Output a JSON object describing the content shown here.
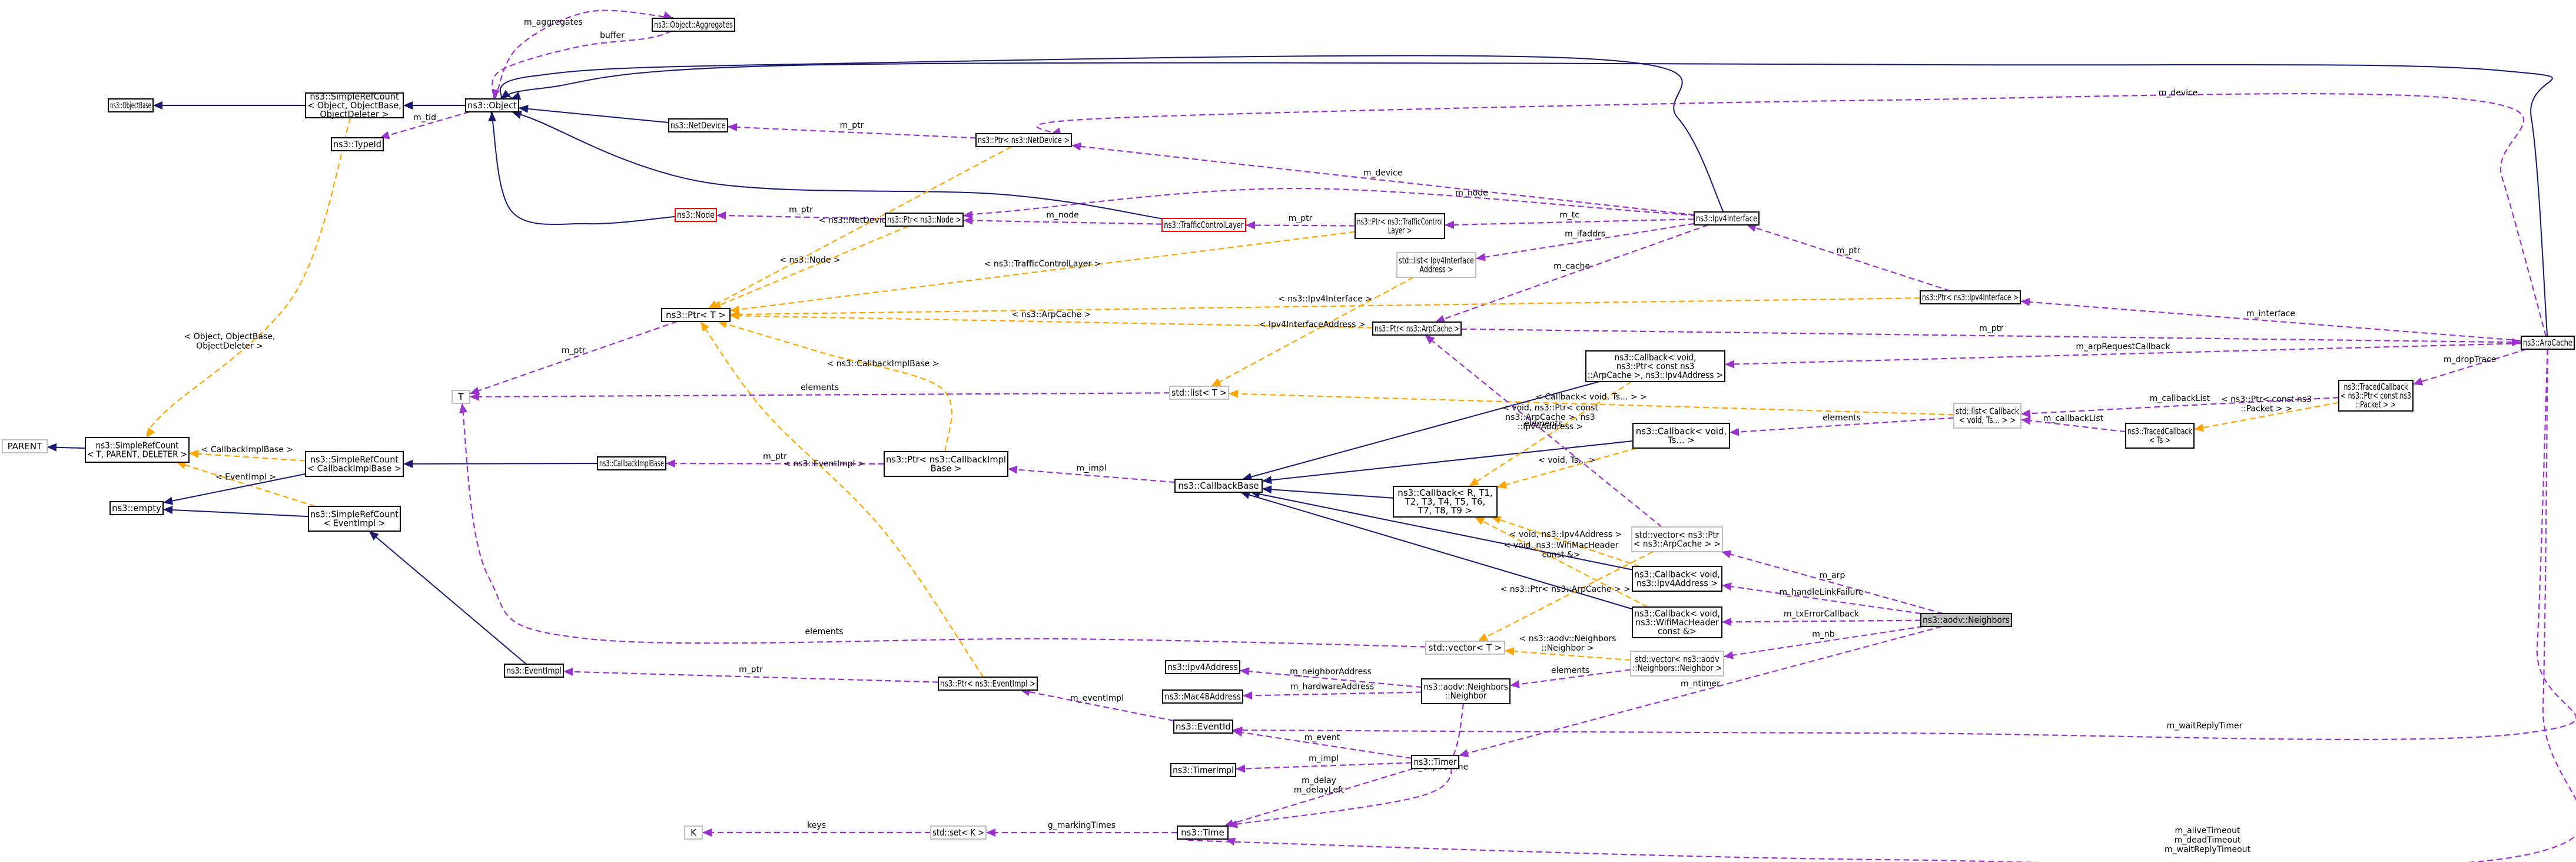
{
  "title": "ns3::aodv::Neighbors collaboration diagram",
  "colors": {
    "inheritance": "#191970",
    "member": "#9a32cd",
    "template": "#ffa500",
    "focus_fill": "#bfbfbf",
    "missing_border": "#bfbfbf",
    "truncated_border": "#ff0000"
  },
  "nodes": [
    {
      "id": "ObjectBase",
      "lines": [
        "ns3::ObjectBase"
      ],
      "style": "normal"
    },
    {
      "id": "SRC_Object",
      "lines": [
        "ns3::SimpleRefCount",
        "< Object, ObjectBase,",
        "ObjectDeleter >"
      ],
      "style": "normal"
    },
    {
      "id": "Object",
      "lines": [
        "ns3::Object"
      ],
      "style": "normal"
    },
    {
      "id": "Aggregates",
      "lines": [
        "ns3::Object::Aggregates"
      ],
      "style": "normal"
    },
    {
      "id": "TypeId",
      "lines": [
        "ns3::TypeId"
      ],
      "style": "normal"
    },
    {
      "id": "NetDevice",
      "lines": [
        "ns3::NetDevice"
      ],
      "style": "normal"
    },
    {
      "id": "Node",
      "lines": [
        "ns3::Node"
      ],
      "style": "red"
    },
    {
      "id": "PtrNetDevice",
      "lines": [
        "ns3::Ptr< ns3::NetDevice >"
      ],
      "style": "normal"
    },
    {
      "id": "PtrNode",
      "lines": [
        "ns3::Ptr< ns3::Node >"
      ],
      "style": "normal"
    },
    {
      "id": "TrafficControlLayer",
      "lines": [
        "ns3::TrafficControlLayer"
      ],
      "style": "red"
    },
    {
      "id": "PtrTCL",
      "lines": [
        "ns3::Ptr< ns3::TrafficControl",
        "Layer >"
      ],
      "style": "normal"
    },
    {
      "id": "Ipv4Interface",
      "lines": [
        "ns3::Ipv4Interface"
      ],
      "style": "normal"
    },
    {
      "id": "ListIfAddr",
      "lines": [
        "std::list< Ipv4Interface",
        "Address >"
      ],
      "style": "grey"
    },
    {
      "id": "PtrT",
      "lines": [
        "ns3::Ptr< T >"
      ],
      "style": "normal"
    },
    {
      "id": "PtrArpCache",
      "lines": [
        "ns3::Ptr< ns3::ArpCache >"
      ],
      "style": "normal"
    },
    {
      "id": "PtrIpv4Interface",
      "lines": [
        "ns3::Ptr< ns3::Ipv4Interface >"
      ],
      "style": "normal"
    },
    {
      "id": "ArpCache",
      "lines": [
        "ns3::ArpCache"
      ],
      "style": "normal"
    },
    {
      "id": "T",
      "lines": [
        "T"
      ],
      "style": "grey"
    },
    {
      "id": "ListT",
      "lines": [
        "std::list< T >"
      ],
      "style": "grey"
    },
    {
      "id": "CbArpReq",
      "lines": [
        "ns3::Callback< void,",
        "ns3::Ptr< const ns3",
        "::ArpCache >, ns3::Ipv4Address >"
      ],
      "style": "normal"
    },
    {
      "id": "TracedCbPacket",
      "lines": [
        "ns3::TracedCallback",
        "< ns3::Ptr< const ns3",
        "::Packet > >"
      ],
      "style": "normal"
    },
    {
      "id": "ListCallback",
      "lines": [
        "std::list< Callback",
        "< void, Ts... > >"
      ],
      "style": "grey"
    },
    {
      "id": "TracedCbTs",
      "lines": [
        "ns3::TracedCallback",
        "< Ts >"
      ],
      "style": "normal"
    },
    {
      "id": "CbVoidTs",
      "lines": [
        "ns3::Callback< void,",
        "Ts... >"
      ],
      "style": "normal"
    },
    {
      "id": "PARENT",
      "lines": [
        "PARENT"
      ],
      "style": "grey"
    },
    {
      "id": "SRC_T",
      "lines": [
        "ns3::SimpleRefCount",
        "< T, PARENT, DELETER >"
      ],
      "style": "normal"
    },
    {
      "id": "SRC_CIB",
      "lines": [
        "ns3::SimpleRefCount",
        "< CallbackImplBase >"
      ],
      "style": "normal"
    },
    {
      "id": "CallbackImplBase",
      "lines": [
        "ns3::CallbackImplBase"
      ],
      "style": "normal"
    },
    {
      "id": "PtrCIB",
      "lines": [
        "ns3::Ptr< ns3::CallbackImpl",
        "Base >"
      ],
      "style": "normal"
    },
    {
      "id": "CallbackBase",
      "lines": [
        "ns3::CallbackBase"
      ],
      "style": "normal"
    },
    {
      "id": "CbGeneric",
      "lines": [
        "ns3::Callback< R, T1,",
        "T2, T3, T4, T5, T6,",
        "T7, T8, T9 >"
      ],
      "style": "normal"
    },
    {
      "id": "Empty",
      "lines": [
        "ns3::empty"
      ],
      "style": "normal"
    },
    {
      "id": "SRC_EI",
      "lines": [
        "ns3::SimpleRefCount",
        "< EventImpl >"
      ],
      "style": "normal"
    },
    {
      "id": "VecPtrArp",
      "lines": [
        "std::vector< ns3::Ptr",
        "< ns3::ArpCache > >"
      ],
      "style": "grey"
    },
    {
      "id": "CbIpv4",
      "lines": [
        "ns3::Callback< void,",
        "ns3::Ipv4Address >"
      ],
      "style": "normal"
    },
    {
      "id": "CbWifi",
      "lines": [
        "ns3::Callback< void,",
        "ns3::WifiMacHeader",
        "const &>"
      ],
      "style": "normal"
    },
    {
      "id": "Neighbors",
      "lines": [
        "ns3::aodv::Neighbors"
      ],
      "style": "focus"
    },
    {
      "id": "VecT",
      "lines": [
        "std::vector< T >"
      ],
      "style": "grey"
    },
    {
      "id": "VecNeighbor",
      "lines": [
        "std::vector< ns3::aodv",
        "::Neighbors::Neighbor >"
      ],
      "style": "grey"
    },
    {
      "id": "EventImpl",
      "lines": [
        "ns3::EventImpl"
      ],
      "style": "normal"
    },
    {
      "id": "PtrEventImpl",
      "lines": [
        "ns3::Ptr< ns3::EventImpl >"
      ],
      "style": "normal"
    },
    {
      "id": "Ipv4Address",
      "lines": [
        "ns3::Ipv4Address"
      ],
      "style": "normal"
    },
    {
      "id": "Mac48Address",
      "lines": [
        "ns3::Mac48Address"
      ],
      "style": "normal"
    },
    {
      "id": "Neighbor",
      "lines": [
        "ns3::aodv::Neighbors",
        "::Neighbor"
      ],
      "style": "normal"
    },
    {
      "id": "EventId",
      "lines": [
        "ns3::EventId"
      ],
      "style": "normal"
    },
    {
      "id": "TimerImpl",
      "lines": [
        "ns3::TimerImpl"
      ],
      "style": "normal"
    },
    {
      "id": "Timer",
      "lines": [
        "ns3::Timer"
      ],
      "style": "normal"
    },
    {
      "id": "K",
      "lines": [
        "K"
      ],
      "style": "grey"
    },
    {
      "id": "SetK",
      "lines": [
        "std::set< K >"
      ],
      "style": "grey"
    },
    {
      "id": "Time",
      "lines": [
        "ns3::Time"
      ],
      "style": "normal"
    }
  ],
  "edges": [
    {
      "from": "SRC_Object",
      "to": "ObjectBase",
      "kind": "inherit",
      "label": []
    },
    {
      "from": "Object",
      "to": "SRC_Object",
      "kind": "inherit",
      "label": []
    },
    {
      "from": "Object",
      "to": "Aggregates",
      "kind": "member",
      "label": [
        "m_aggregates"
      ]
    },
    {
      "from": "Aggregates",
      "to": "Object",
      "kind": "member",
      "label": [
        "buffer"
      ]
    },
    {
      "from": "Object",
      "to": "TypeId",
      "kind": "member",
      "label": [
        "m_tid"
      ]
    },
    {
      "from": "NetDevice",
      "to": "Object",
      "kind": "inherit",
      "label": []
    },
    {
      "from": "Node",
      "to": "Object",
      "kind": "inherit",
      "label": []
    },
    {
      "from": "TrafficControlLayer",
      "to": "Object",
      "kind": "inherit",
      "label": []
    },
    {
      "from": "Ipv4Interface",
      "to": "Object",
      "kind": "inherit",
      "label": []
    },
    {
      "from": "ArpCache",
      "to": "Object",
      "kind": "inherit",
      "label": []
    },
    {
      "from": "PtrNetDevice",
      "to": "NetDevice",
      "kind": "member",
      "label": [
        "m_ptr"
      ]
    },
    {
      "from": "PtrNode",
      "to": "Node",
      "kind": "member",
      "label": [
        "m_ptr"
      ]
    },
    {
      "from": "TrafficControlLayer",
      "to": "PtrNode",
      "kind": "member",
      "label": [
        "m_node"
      ]
    },
    {
      "from": "Ipv4Interface",
      "to": "PtrNode",
      "kind": "member",
      "label": [
        "m_node"
      ]
    },
    {
      "from": "PtrTCL",
      "to": "TrafficControlLayer",
      "kind": "member",
      "label": [
        "m_ptr"
      ]
    },
    {
      "from": "Ipv4Interface",
      "to": "PtrTCL",
      "kind": "member",
      "label": [
        "m_tc"
      ]
    },
    {
      "from": "Ipv4Interface",
      "to": "PtrNetDevice",
      "kind": "member",
      "label": [
        "m_device"
      ]
    },
    {
      "from": "ArpCache",
      "to": "PtrNetDevice",
      "kind": "member",
      "label": [
        "m_device"
      ]
    },
    {
      "from": "Ipv4Interface",
      "to": "ListIfAddr",
      "kind": "member",
      "label": [
        "m_ifaddrs"
      ]
    },
    {
      "from": "Ipv4Interface",
      "to": "PtrArpCache",
      "kind": "member",
      "label": [
        "m_cache"
      ]
    },
    {
      "from": "PtrIpv4Interface",
      "to": "Ipv4Interface",
      "kind": "member",
      "label": [
        "m_ptr"
      ]
    },
    {
      "from": "ArpCache",
      "to": "PtrIpv4Interface",
      "kind": "member",
      "label": [
        "m_interface"
      ]
    },
    {
      "from": "PtrArpCache",
      "to": "ArpCache",
      "kind": "member",
      "label": [
        "m_ptr"
      ]
    },
    {
      "from": "PtrNetDevice",
      "to": "PtrT",
      "kind": "template",
      "label": [
        "< ns3::NetDevice >"
      ]
    },
    {
      "from": "PtrNode",
      "to": "PtrT",
      "kind": "template",
      "label": [
        "< ns3::Node >"
      ]
    },
    {
      "from": "PtrTCL",
      "to": "PtrT",
      "kind": "template",
      "label": [
        "< ns3::TrafficControlLayer >"
      ]
    },
    {
      "from": "PtrIpv4Interface",
      "to": "PtrT",
      "kind": "template",
      "label": [
        "< ns3::Ipv4Interface >"
      ]
    },
    {
      "from": "PtrArpCache",
      "to": "PtrT",
      "kind": "template",
      "label": [
        "< ns3::ArpCache >"
      ]
    },
    {
      "from": "PtrCIB",
      "to": "PtrT",
      "kind": "template",
      "label": [
        "< ns3::CallbackImplBase >"
      ]
    },
    {
      "from": "PtrEventImpl",
      "to": "PtrT",
      "kind": "template",
      "label": [
        "< ns3::EventImpl >"
      ]
    },
    {
      "from": "PtrT",
      "to": "T",
      "kind": "member",
      "label": [
        "m_ptr"
      ]
    },
    {
      "from": "ListT",
      "to": "T",
      "kind": "member",
      "label": [
        "elements"
      ]
    },
    {
      "from": "VecT",
      "to": "T",
      "kind": "member",
      "label": [
        "elements"
      ]
    },
    {
      "from": "ListIfAddr",
      "to": "ListT",
      "kind": "template",
      "label": [
        "< Ipv4InterfaceAddress >"
      ]
    },
    {
      "from": "ListCallback",
      "to": "ListT",
      "kind": "template",
      "label": [
        "< Callback< void, Ts... > >"
      ]
    },
    {
      "from": "ArpCache",
      "to": "CbArpReq",
      "kind": "member",
      "label": [
        "m_arpRequestCallback"
      ]
    },
    {
      "from": "ArpCache",
      "to": "TracedCbPacket",
      "kind": "member",
      "label": [
        "m_dropTrace"
      ]
    },
    {
      "from": "TracedCbPacket",
      "to": "ListCallback",
      "kind": "member",
      "label": [
        "m_callbackList"
      ]
    },
    {
      "from": "TracedCbTs",
      "to": "ListCallback",
      "kind": "member",
      "label": [
        "m_callbackList"
      ]
    },
    {
      "from": "TracedCbPacket",
      "to": "TracedCbTs",
      "kind": "template",
      "label": [
        "< ns3::Ptr< const ns3",
        "::Packet > >"
      ]
    },
    {
      "from": "ListCallback",
      "to": "CbVoidTs",
      "kind": "member",
      "label": [
        "elements"
      ]
    },
    {
      "from": "SRC_T",
      "to": "PARENT",
      "kind": "inherit",
      "label": []
    },
    {
      "from": "SRC_Object",
      "to": "SRC_T",
      "kind": "template",
      "label": [
        "< Object, ObjectBase,",
        "ObjectDeleter >"
      ]
    },
    {
      "from": "SRC_CIB",
      "to": "SRC_T",
      "kind": "template",
      "label": [
        "< CallbackImplBase >"
      ]
    },
    {
      "from": "SRC_EI",
      "to": "SRC_T",
      "kind": "template",
      "label": [
        "< EventImpl >"
      ]
    },
    {
      "from": "SRC_CIB",
      "to": "Empty",
      "kind": "inherit",
      "label": []
    },
    {
      "from": "SRC_EI",
      "to": "Empty",
      "kind": "inherit",
      "label": []
    },
    {
      "from": "CallbackImplBase",
      "to": "SRC_CIB",
      "kind": "inherit",
      "label": []
    },
    {
      "from": "EventImpl",
      "to": "SRC_EI",
      "kind": "inherit",
      "label": []
    },
    {
      "from": "PtrCIB",
      "to": "CallbackImplBase",
      "kind": "member",
      "label": [
        "m_ptr"
      ]
    },
    {
      "from": "CallbackBase",
      "to": "PtrCIB",
      "kind": "member",
      "label": [
        "m_impl"
      ]
    },
    {
      "from": "CbArpReq",
      "to": "CallbackBase",
      "kind": "inherit",
      "label": []
    },
    {
      "from": "CbVoidTs",
      "to": "CallbackBase",
      "kind": "inherit",
      "label": []
    },
    {
      "from": "CbGeneric",
      "to": "CallbackBase",
      "kind": "inherit",
      "label": []
    },
    {
      "from": "CbIpv4",
      "to": "CallbackBase",
      "kind": "inherit",
      "label": []
    },
    {
      "from": "CbWifi",
      "to": "CallbackBase",
      "kind": "inherit",
      "label": []
    },
    {
      "from": "CbArpReq",
      "to": "CbGeneric",
      "kind": "template",
      "label": [
        "< void, ns3::Ptr< const",
        "ns3::ArpCache >, ns3",
        "::Ipv4Address >"
      ]
    },
    {
      "from": "CbVoidTs",
      "to": "CbGeneric",
      "kind": "template",
      "label": [
        "< void, Ts... >"
      ]
    },
    {
      "from": "CbIpv4",
      "to": "CbGeneric",
      "kind": "template",
      "label": [
        "< void, ns3::Ipv4Address >"
      ]
    },
    {
      "from": "CbWifi",
      "to": "CbGeneric",
      "kind": "template",
      "label": [
        "< void, ns3::WifiMacHeader",
        "const &>"
      ]
    },
    {
      "from": "VecPtrArp",
      "to": "PtrArpCache",
      "kind": "member",
      "label": [
        "elements"
      ]
    },
    {
      "from": "VecPtrArp",
      "to": "VecT",
      "kind": "template",
      "label": [
        "< ns3::Ptr< ns3::ArpCache > >"
      ]
    },
    {
      "from": "VecNeighbor",
      "to": "VecT",
      "kind": "template",
      "label": [
        "< ns3::aodv::Neighbors",
        "::Neighbor >"
      ]
    },
    {
      "from": "Neighbors",
      "to": "VecPtrArp",
      "kind": "member",
      "label": [
        "m_arp"
      ]
    },
    {
      "from": "Neighbors",
      "to": "CbIpv4",
      "kind": "member",
      "label": [
        "m_handleLinkFailure"
      ]
    },
    {
      "from": "Neighbors",
      "to": "CbWifi",
      "kind": "member",
      "label": [
        "m_txErrorCallback"
      ]
    },
    {
      "from": "Neighbors",
      "to": "VecNeighbor",
      "kind": "member",
      "label": [
        "m_nb"
      ]
    },
    {
      "from": "Neighbors",
      "to": "Timer",
      "kind": "member",
      "label": [
        "m_ntimer"
      ]
    },
    {
      "from": "VecNeighbor",
      "to": "Neighbor",
      "kind": "member",
      "label": [
        "elements"
      ]
    },
    {
      "from": "PtrEventImpl",
      "to": "EventImpl",
      "kind": "member",
      "label": [
        "m_ptr"
      ]
    },
    {
      "from": "EventId",
      "to": "PtrEventImpl",
      "kind": "member",
      "label": [
        "m_eventImpl"
      ]
    },
    {
      "from": "Neighbor",
      "to": "Ipv4Address",
      "kind": "member",
      "label": [
        "m_neighborAddress"
      ]
    },
    {
      "from": "Neighbor",
      "to": "Mac48Address",
      "kind": "member",
      "label": [
        "m_hardwareAddress"
      ]
    },
    {
      "from": "Neighbor",
      "to": "Time",
      "kind": "member",
      "label": [
        "m_expireTime"
      ]
    },
    {
      "from": "Timer",
      "to": "EventId",
      "kind": "member",
      "label": [
        "m_event"
      ]
    },
    {
      "from": "Timer",
      "to": "TimerImpl",
      "kind": "member",
      "label": [
        "m_impl"
      ]
    },
    {
      "from": "Timer",
      "to": "Time",
      "kind": "member",
      "label": [
        "m_delay",
        "m_delayLeft"
      ]
    },
    {
      "from": "ArpCache",
      "to": "EventId",
      "kind": "member",
      "label": [
        "m_waitReplyTimer"
      ]
    },
    {
      "from": "ArpCache",
      "to": "Time",
      "kind": "member",
      "label": [
        "m_aliveTimeout",
        "m_deadTimeout",
        "m_waitReplyTimeout"
      ]
    },
    {
      "from": "Time",
      "to": "SetK",
      "kind": "member",
      "label": [
        "g_markingTimes"
      ]
    },
    {
      "from": "SetK",
      "to": "K",
      "kind": "member",
      "label": [
        "keys"
      ]
    }
  ]
}
